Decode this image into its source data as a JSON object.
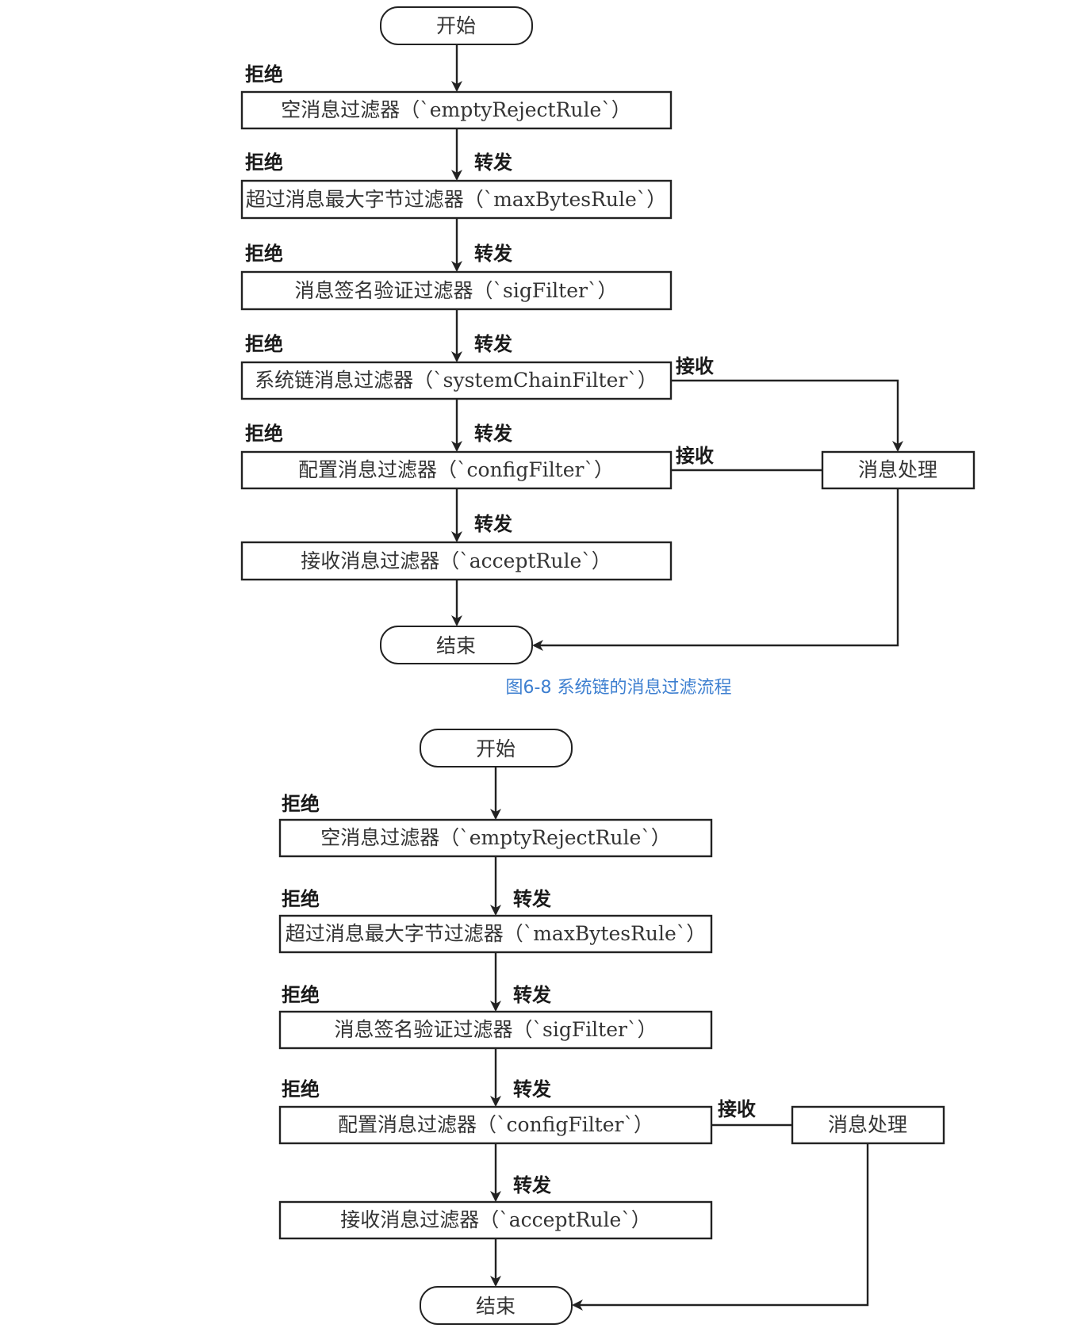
{
  "colors": {
    "caption": "#3d7fd0",
    "line": "#222222",
    "text": "#333333"
  },
  "top": {
    "start": "开始",
    "end": "结束",
    "filter_empty": "空消息过滤器（`emptyRejectRule`）",
    "filter_maxbytes": "超过消息最大字节过滤器（`maxBytesRule`）",
    "filter_sig": "消息签名验证过滤器（`sigFilter`）",
    "filter_systemchain": "系统链消息过滤器（`systemChainFilter`）",
    "filter_config": "配置消息过滤器（`configFilter`）",
    "filter_accept": "接收消息过滤器（`acceptRule`）",
    "process": "消息处理",
    "label_reject": "拒绝",
    "label_forward": "转发",
    "label_accept": "接收",
    "caption": "图6-8 系统链的消息过滤流程"
  },
  "bottom": {
    "start": "开始",
    "end": "结束",
    "filter_empty": "空消息过滤器（`emptyRejectRule`）",
    "filter_maxbytes": "超过消息最大字节过滤器（`maxBytesRule`）",
    "filter_sig": "消息签名验证过滤器（`sigFilter`）",
    "filter_config": "配置消息过滤器（`configFilter`）",
    "filter_accept": "接收消息过滤器（`acceptRule`）",
    "process": "消息处理",
    "label_reject": "拒绝",
    "label_forward": "转发",
    "label_accept": "接收"
  }
}
